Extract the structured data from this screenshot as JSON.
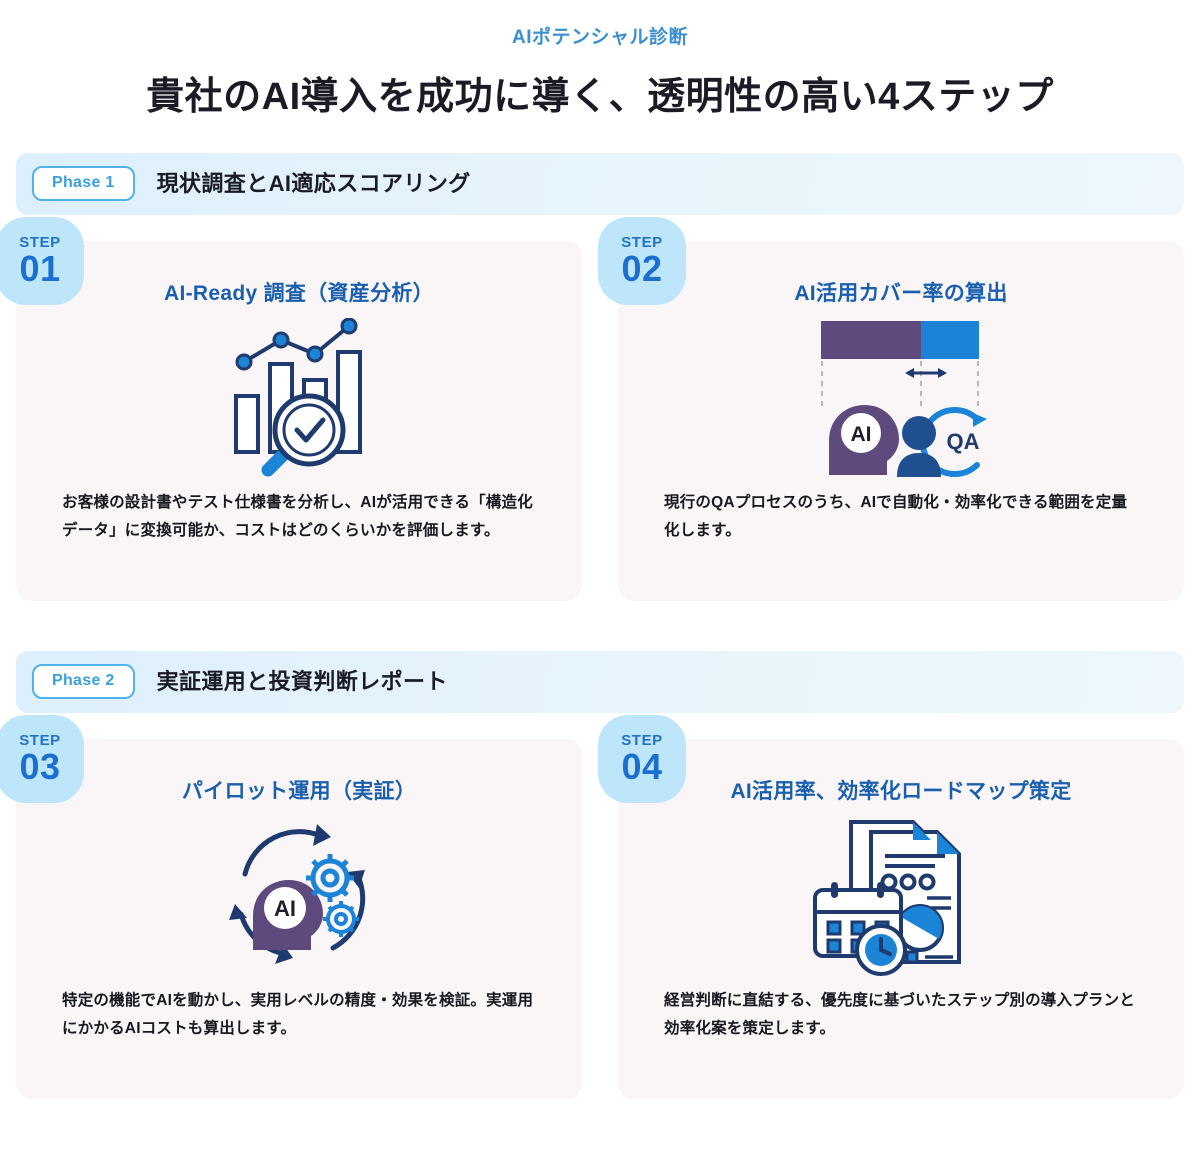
{
  "header": {
    "eyebrow": "AIポテンシャル診断",
    "title": "貴社のAI導入を成功に導く、透明性の高い4ステップ"
  },
  "colors": {
    "accent_blue": "#1a6fd0",
    "light_blue": "#4db3e8",
    "badge_bg": "#bee6fa",
    "card_bg": "#faf6f8",
    "phase_bar_bg": "#e0f0fb",
    "title_dark": "#1b1b25",
    "icon_purple": "#5f4a7e",
    "icon_navy": "#1f3a6e"
  },
  "phases": [
    {
      "chip": "Phase 1",
      "title": "現状調査とAI適応スコアリング",
      "steps": [
        {
          "badge_label": "STEP",
          "badge_number": "01",
          "title": "AI-Ready 調査（資産分析）",
          "icon": "bar-chart-magnifier-check-icon",
          "description": "お客様の設計書やテスト仕様書を分析し、AIが活用できる「構造化データ」に変換可能か、コストはどのくらいかを評価します。"
        },
        {
          "badge_label": "STEP",
          "badge_number": "02",
          "title": "AI活用カバー率の算出",
          "icon": "coverage-bar-ai-head-qa-icon",
          "icon_labels": {
            "ai": "AI",
            "qa": "QA"
          },
          "description": "現行のQAプロセスのうち、AIで自動化・効率化できる範囲を定量化します。"
        }
      ]
    },
    {
      "chip": "Phase 2",
      "title": "実証運用と投資判断レポート",
      "steps": [
        {
          "badge_label": "STEP",
          "badge_number": "03",
          "title": "パイロット運用（実証）",
          "icon": "ai-head-gears-cycle-icon",
          "icon_labels": {
            "ai": "AI"
          },
          "description": "特定の機能でAIを動かし、実用レベルの精度・効果を検証。実運用にかかるAIコストも算出します。"
        },
        {
          "badge_label": "STEP",
          "badge_number": "04",
          "title": "AI活用率、効率化ロードマップ策定",
          "icon": "report-calendar-clock-icon",
          "description": "経営判断に直結する、優先度に基づいたステップ別の導入プランと効率化案を策定します。"
        }
      ]
    }
  ]
}
